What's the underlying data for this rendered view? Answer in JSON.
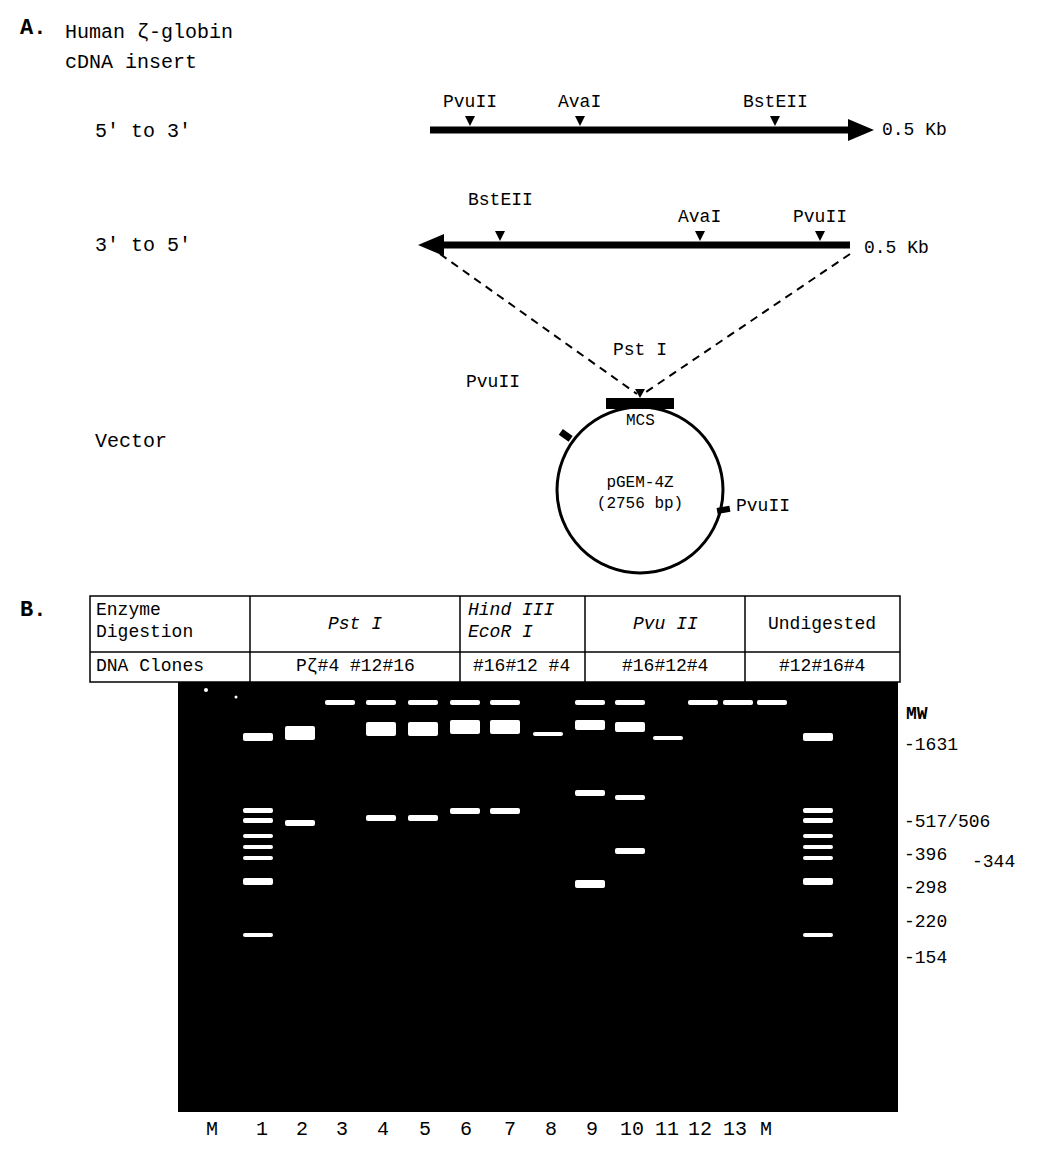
{
  "diagram": {
    "nodes": [
      {
        "text": [
          "pGEM-4Z (2756 bp)"
        ]
      }
    ],
    "labels": [
      "A.",
      "Human ζ-globin cDNA insert",
      "PvuII",
      "AvaI",
      "BstEII",
      "5' to 3'",
      "0.5 Kb",
      "BstEII",
      "AvaI",
      "PvuII",
      "3' to 5'",
      "0.5 Kb",
      "Pst I",
      "PvuII",
      "MCS",
      "Vector",
      "PvuII",
      "B.",
      "Enzyme Digestion",
      "Pst I",
      "Hind III EcoR I",
      "Pvu II",
      "Undigested",
      "DNA Clones",
      "Pζ#4 #12#16",
      "#16#12 #4",
      "#16#12#4",
      "#12#16#4",
      "MW",
      "-1631",
      "-517/506",
      "-396",
      "-344",
      "-298",
      "-220",
      "-154",
      "M",
      "1",
      "2",
      "3",
      "4",
      "5",
      "6",
      "7",
      "8",
      "9",
      "10",
      "11",
      "12",
      "13",
      "M"
    ]
  }
}
